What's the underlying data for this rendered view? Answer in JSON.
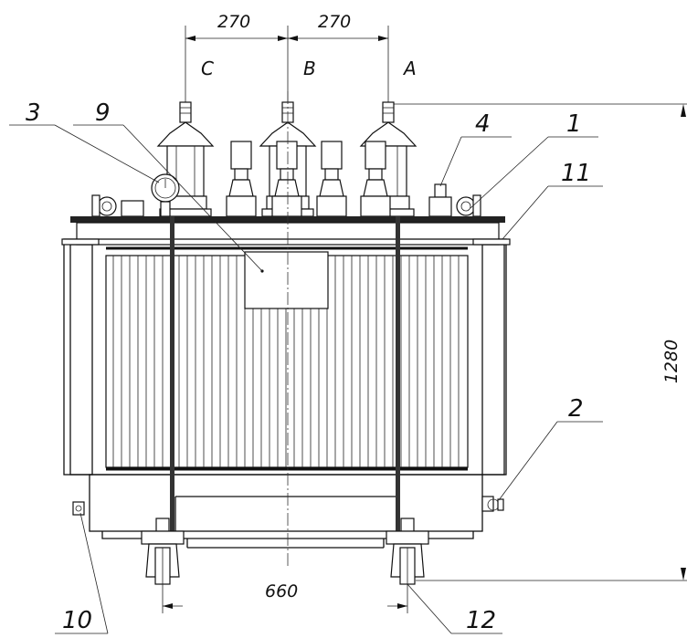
{
  "dimensions": {
    "top_left": "270",
    "top_right": "270",
    "height": "1280",
    "bottom": "660"
  },
  "phases": {
    "c": "C",
    "b": "B",
    "a": "A"
  },
  "callouts": {
    "c1": "1",
    "c2": "2",
    "c3": "3",
    "c4": "4",
    "c9": "9",
    "c10": "10",
    "c11": "11",
    "c12": "12"
  }
}
